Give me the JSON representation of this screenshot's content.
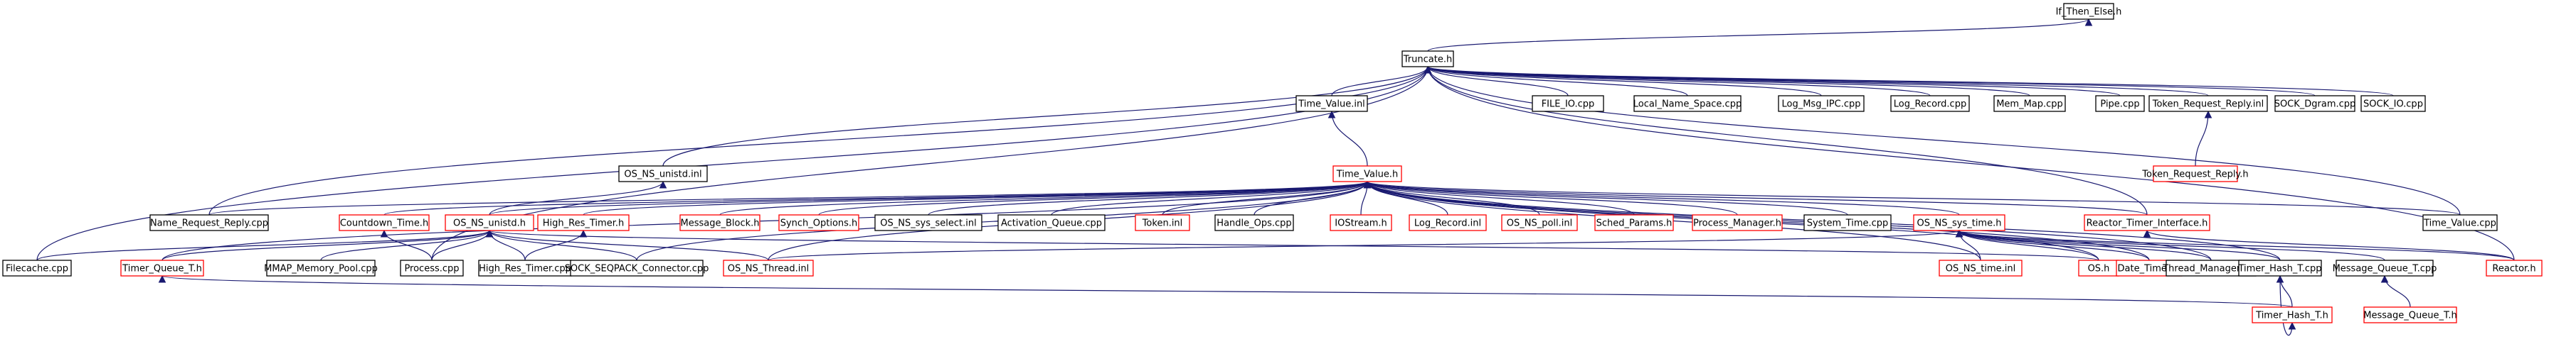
{
  "graph": {
    "colors": {
      "edge": "#191970",
      "border_documented": "#000000",
      "border_undocumented": "#ff0000",
      "root_fill": "#bfbfbf",
      "text": "#000000"
    },
    "nodes": [
      {
        "id": "n0",
        "label": "If_Then_Else.h",
        "kind": "root"
      },
      {
        "id": "n1",
        "label": "Truncate.h",
        "kind": "doc"
      },
      {
        "id": "n2",
        "label": "Time_Value.inl",
        "kind": "doc"
      },
      {
        "id": "n3",
        "label": "FILE_IO.cpp",
        "kind": "doc"
      },
      {
        "id": "n4",
        "label": "Local_Name_Space.cpp",
        "kind": "doc"
      },
      {
        "id": "n5",
        "label": "Log_Msg_IPC.cpp",
        "kind": "doc"
      },
      {
        "id": "n6",
        "label": "Log_Record.cpp",
        "kind": "doc"
      },
      {
        "id": "n7",
        "label": "Mem_Map.cpp",
        "kind": "doc"
      },
      {
        "id": "n8",
        "label": "Pipe.cpp",
        "kind": "doc"
      },
      {
        "id": "n9",
        "label": "Token_Request_Reply.inl",
        "kind": "doc"
      },
      {
        "id": "n10",
        "label": "SOCK_Dgram.cpp",
        "kind": "doc"
      },
      {
        "id": "n11",
        "label": "SOCK_IO.cpp",
        "kind": "doc"
      },
      {
        "id": "n12",
        "label": "OS_NS_unistd.inl",
        "kind": "doc"
      },
      {
        "id": "n13",
        "label": "Time_Value.h",
        "kind": "undoc"
      },
      {
        "id": "n14",
        "label": "Token_Request_Reply.h",
        "kind": "undoc"
      },
      {
        "id": "n15",
        "label": "Name_Request_Reply.cpp",
        "kind": "doc"
      },
      {
        "id": "n16",
        "label": "Countdown_Time.h",
        "kind": "undoc"
      },
      {
        "id": "n17",
        "label": "OS_NS_unistd.h",
        "kind": "undoc"
      },
      {
        "id": "n18",
        "label": "High_Res_Timer.h",
        "kind": "undoc"
      },
      {
        "id": "n19",
        "label": "Message_Block.h",
        "kind": "undoc"
      },
      {
        "id": "n20",
        "label": "Synch_Options.h",
        "kind": "undoc"
      },
      {
        "id": "n21",
        "label": "OS_NS_sys_select.inl",
        "kind": "doc"
      },
      {
        "id": "n22",
        "label": "Activation_Queue.cpp",
        "kind": "doc"
      },
      {
        "id": "n23",
        "label": "Token.inl",
        "kind": "undoc"
      },
      {
        "id": "n24",
        "label": "Handle_Ops.cpp",
        "kind": "doc"
      },
      {
        "id": "n25",
        "label": "IOStream.h",
        "kind": "undoc"
      },
      {
        "id": "n26",
        "label": "Log_Record.inl",
        "kind": "undoc"
      },
      {
        "id": "n27",
        "label": "OS_NS_poll.inl",
        "kind": "undoc"
      },
      {
        "id": "n28",
        "label": "Sched_Params.h",
        "kind": "undoc"
      },
      {
        "id": "n29",
        "label": "Process_Manager.h",
        "kind": "undoc"
      },
      {
        "id": "n30",
        "label": "System_Time.cpp",
        "kind": "doc"
      },
      {
        "id": "n31",
        "label": "OS_NS_sys_time.h",
        "kind": "undoc"
      },
      {
        "id": "n32",
        "label": "Reactor_Timer_Interface.h",
        "kind": "undoc"
      },
      {
        "id": "n33",
        "label": "Time_Value.cpp",
        "kind": "doc"
      },
      {
        "id": "n34",
        "label": "Filecache.cpp",
        "kind": "doc"
      },
      {
        "id": "n35",
        "label": "Timer_Queue_T.h",
        "kind": "undoc"
      },
      {
        "id": "n36",
        "label": "MMAP_Memory_Pool.cpp",
        "kind": "doc"
      },
      {
        "id": "n37",
        "label": "Process.cpp",
        "kind": "doc"
      },
      {
        "id": "n38",
        "label": "High_Res_Timer.cpp",
        "kind": "doc"
      },
      {
        "id": "n39",
        "label": "SOCK_SEQPACK_Connector.cpp",
        "kind": "doc"
      },
      {
        "id": "n40",
        "label": "OS_NS_Thread.inl",
        "kind": "undoc"
      },
      {
        "id": "n41",
        "label": "OS_NS_time.inl",
        "kind": "undoc"
      },
      {
        "id": "n42",
        "label": "OS.h",
        "kind": "undoc"
      },
      {
        "id": "n43",
        "label": "Date_Time.inl",
        "kind": "undoc"
      },
      {
        "id": "n44",
        "label": "Thread_Manager.cpp",
        "kind": "doc"
      },
      {
        "id": "n45",
        "label": "Timer_Hash_T.cpp",
        "kind": "doc"
      },
      {
        "id": "n46",
        "label": "Message_Queue_T.cpp",
        "kind": "doc"
      },
      {
        "id": "n47",
        "label": "Reactor.h",
        "kind": "undoc"
      },
      {
        "id": "n48",
        "label": "Timer_Hash_T.h",
        "kind": "undoc"
      },
      {
        "id": "n49",
        "label": "Message_Queue_T.h",
        "kind": "undoc"
      }
    ],
    "edges": [
      {
        "from": "n1",
        "to": "n0"
      },
      {
        "from": "n2",
        "to": "n1"
      },
      {
        "from": "n3",
        "to": "n1"
      },
      {
        "from": "n4",
        "to": "n1"
      },
      {
        "from": "n5",
        "to": "n1"
      },
      {
        "from": "n6",
        "to": "n1"
      },
      {
        "from": "n7",
        "to": "n1"
      },
      {
        "from": "n8",
        "to": "n1"
      },
      {
        "from": "n9",
        "to": "n1"
      },
      {
        "from": "n10",
        "to": "n1"
      },
      {
        "from": "n11",
        "to": "n1"
      },
      {
        "from": "n12",
        "to": "n1"
      },
      {
        "from": "n15",
        "to": "n1"
      },
      {
        "from": "n33",
        "to": "n1"
      },
      {
        "from": "n34",
        "to": "n1"
      },
      {
        "from": "n37",
        "to": "n1"
      },
      {
        "from": "n32",
        "to": "n1"
      },
      {
        "from": "n47",
        "to": "n1"
      },
      {
        "from": "n13",
        "to": "n2"
      },
      {
        "from": "n14",
        "to": "n9"
      },
      {
        "from": "n17",
        "to": "n12"
      },
      {
        "from": "n15",
        "to": "n13"
      },
      {
        "from": "n16",
        "to": "n13"
      },
      {
        "from": "n17",
        "to": "n13"
      },
      {
        "from": "n18",
        "to": "n13"
      },
      {
        "from": "n19",
        "to": "n13"
      },
      {
        "from": "n20",
        "to": "n13"
      },
      {
        "from": "n21",
        "to": "n13"
      },
      {
        "from": "n22",
        "to": "n13"
      },
      {
        "from": "n23",
        "to": "n13"
      },
      {
        "from": "n24",
        "to": "n13"
      },
      {
        "from": "n25",
        "to": "n13"
      },
      {
        "from": "n26",
        "to": "n13"
      },
      {
        "from": "n27",
        "to": "n13"
      },
      {
        "from": "n28",
        "to": "n13"
      },
      {
        "from": "n29",
        "to": "n13"
      },
      {
        "from": "n30",
        "to": "n13"
      },
      {
        "from": "n31",
        "to": "n13"
      },
      {
        "from": "n32",
        "to": "n13"
      },
      {
        "from": "n33",
        "to": "n13"
      },
      {
        "from": "n35",
        "to": "n13"
      },
      {
        "from": "n39",
        "to": "n13"
      },
      {
        "from": "n40",
        "to": "n13"
      },
      {
        "from": "n41",
        "to": "n13"
      },
      {
        "from": "n42",
        "to": "n13"
      },
      {
        "from": "n43",
        "to": "n13"
      },
      {
        "from": "n44",
        "to": "n13"
      },
      {
        "from": "n45",
        "to": "n13"
      },
      {
        "from": "n37",
        "to": "n16"
      },
      {
        "from": "n34",
        "to": "n17"
      },
      {
        "from": "n35",
        "to": "n17"
      },
      {
        "from": "n36",
        "to": "n17"
      },
      {
        "from": "n37",
        "to": "n17"
      },
      {
        "from": "n38",
        "to": "n17"
      },
      {
        "from": "n39",
        "to": "n17"
      },
      {
        "from": "n40",
        "to": "n17"
      },
      {
        "from": "n42",
        "to": "n17"
      },
      {
        "from": "n38",
        "to": "n18"
      },
      {
        "from": "n41",
        "to": "n31"
      },
      {
        "from": "n42",
        "to": "n31"
      },
      {
        "from": "n43",
        "to": "n31"
      },
      {
        "from": "n44",
        "to": "n31"
      },
      {
        "from": "n45",
        "to": "n31"
      },
      {
        "from": "n46",
        "to": "n31"
      },
      {
        "from": "n47",
        "to": "n31"
      },
      {
        "from": "n40",
        "to": "n31"
      },
      {
        "from": "n47",
        "to": "n32"
      },
      {
        "from": "n48",
        "to": "n35"
      },
      {
        "from": "n48",
        "to": "n45"
      },
      {
        "from": "n45",
        "to": "n48"
      },
      {
        "from": "n49",
        "to": "n46"
      }
    ]
  }
}
